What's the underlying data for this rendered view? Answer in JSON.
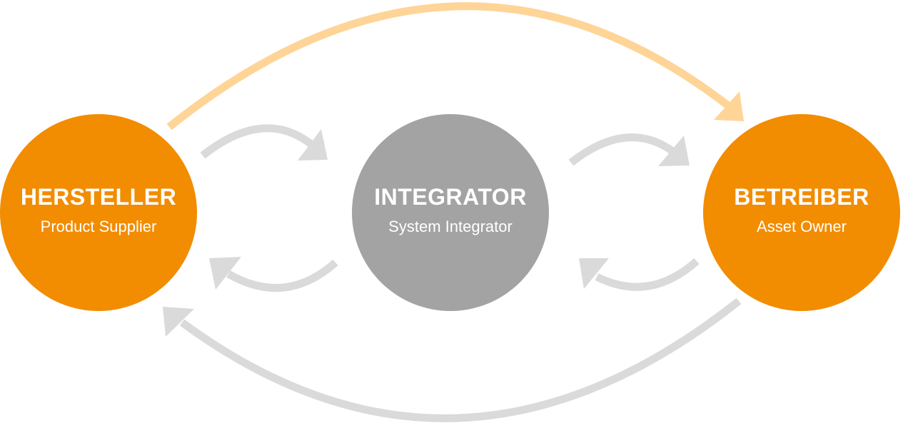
{
  "colors": {
    "orange": "#F28C00",
    "gray": "#A3A3A3",
    "arrow_gray": "#DADADA",
    "arrow_orange": "#FFD497"
  },
  "nodes": [
    {
      "title": "HERSTELLER",
      "subtitle": "Product Supplier"
    },
    {
      "title": "INTEGRATOR",
      "subtitle": "System Integrator"
    },
    {
      "title": "BETREIBER",
      "subtitle": "Asset Owner"
    }
  ]
}
